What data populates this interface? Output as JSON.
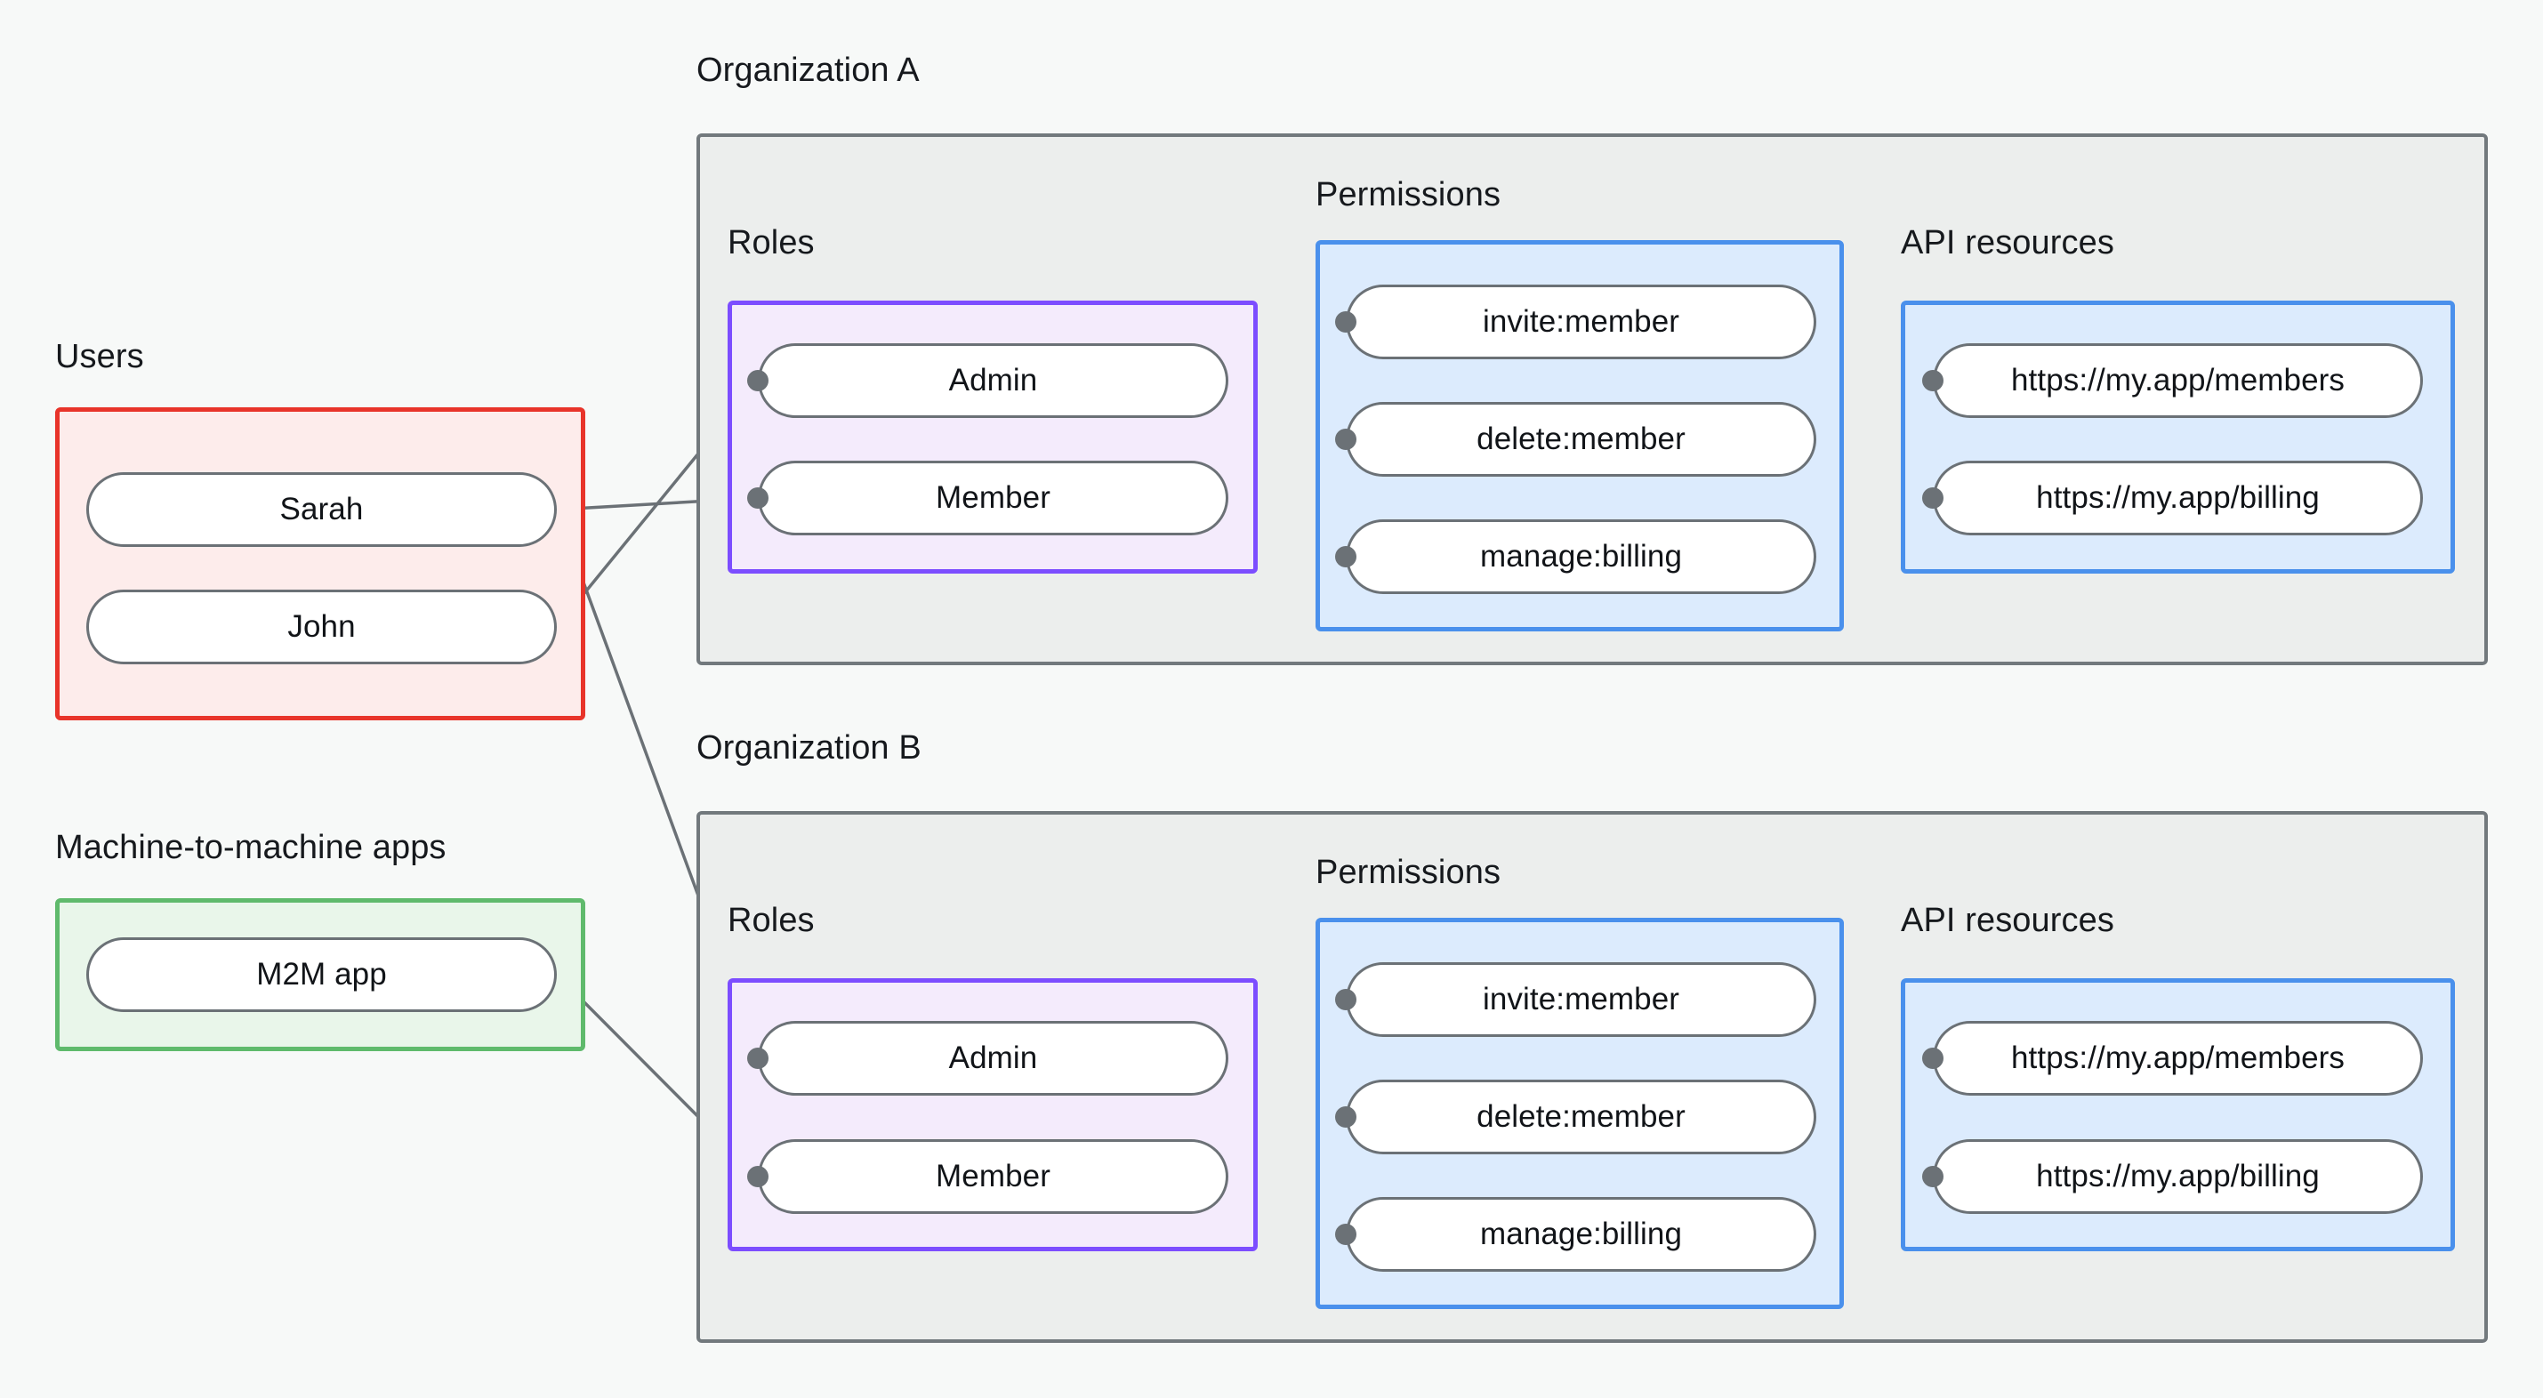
{
  "colors": {
    "canvas": "#f7f9f8",
    "org_fill": "#eceeed",
    "org_stroke": "#72797d",
    "users_fill": "#fdeceb",
    "users_stroke": "#e8342a",
    "m2m_fill": "#e9f6ea",
    "m2m_stroke": "#5fba6c",
    "roles_fill": "#f4ebfc",
    "roles_stroke": "#7c4dff",
    "permissions_fill": "#dcebfd",
    "permissions_stroke": "#4a90ec",
    "api_fill": "#dcebfd",
    "api_stroke": "#4a90ec",
    "node_stroke": "#6b7176",
    "node_fill": "#ffffff",
    "edge": "#6b7176",
    "text": "#16191d"
  },
  "captions": {
    "users": "Users",
    "m2m": "Machine-to-machine apps",
    "org_a": "Organization A",
    "org_b": "Organization B",
    "roles_a": "Roles",
    "roles_b": "Roles",
    "permissions_a": "Permissions",
    "permissions_b": "Permissions",
    "api_a": "API resources",
    "api_b": "API resources"
  },
  "users": {
    "label": "Users",
    "items": [
      {
        "id": "sarah",
        "label": "Sarah"
      },
      {
        "id": "john",
        "label": "John"
      }
    ]
  },
  "machine_to_machine": {
    "label": "Machine-to-machine apps",
    "items": [
      {
        "id": "m2m_app",
        "label": "M2M app"
      }
    ]
  },
  "organizations": [
    {
      "id": "org_a",
      "label": "Organization A",
      "roles": {
        "label": "Roles",
        "items": [
          {
            "id": "a_admin",
            "label": "Admin"
          },
          {
            "id": "a_member",
            "label": "Member"
          }
        ]
      },
      "permissions": {
        "label": "Permissions",
        "items": [
          {
            "id": "a_invite",
            "label": "invite:member"
          },
          {
            "id": "a_delete",
            "label": "delete:member"
          },
          {
            "id": "a_billing",
            "label": "manage:billing"
          }
        ]
      },
      "api_resources": {
        "label": "API resources",
        "items": [
          {
            "id": "a_res_members",
            "label": "https://my.app/members"
          },
          {
            "id": "a_res_billing",
            "label": "https://my.app/billing"
          }
        ]
      }
    },
    {
      "id": "org_b",
      "label": "Organization B",
      "roles": {
        "label": "Roles",
        "items": [
          {
            "id": "b_admin",
            "label": "Admin"
          },
          {
            "id": "b_member",
            "label": "Member"
          }
        ]
      },
      "permissions": {
        "label": "Permissions",
        "items": [
          {
            "id": "b_invite",
            "label": "invite:member"
          },
          {
            "id": "b_delete",
            "label": "delete:member"
          },
          {
            "id": "b_billing",
            "label": "manage:billing"
          }
        ]
      },
      "api_resources": {
        "label": "API resources",
        "items": [
          {
            "id": "b_res_members",
            "label": "https://my.app/members"
          },
          {
            "id": "b_res_billing",
            "label": "https://my.app/billing"
          }
        ]
      }
    }
  ],
  "connections": [
    {
      "from": "sarah",
      "to": "a_member"
    },
    {
      "from": "sarah",
      "to": "b_admin"
    },
    {
      "from": "john",
      "to": "a_admin"
    },
    {
      "from": "m2m_app",
      "to": "b_member"
    },
    {
      "from": "a_admin",
      "to": "a_invite"
    },
    {
      "from": "a_admin",
      "to": "a_delete"
    },
    {
      "from": "a_member",
      "to": "a_billing"
    },
    {
      "from": "a_invite",
      "to": "a_res_members"
    },
    {
      "from": "a_delete",
      "to": "a_res_members"
    },
    {
      "from": "a_billing",
      "to": "a_res_billing"
    },
    {
      "from": "b_admin",
      "to": "b_invite"
    },
    {
      "from": "b_admin",
      "to": "b_delete"
    },
    {
      "from": "b_member",
      "to": "b_billing"
    },
    {
      "from": "b_invite",
      "to": "b_res_members"
    },
    {
      "from": "b_delete",
      "to": "b_res_members"
    },
    {
      "from": "b_billing",
      "to": "b_res_billing"
    }
  ]
}
